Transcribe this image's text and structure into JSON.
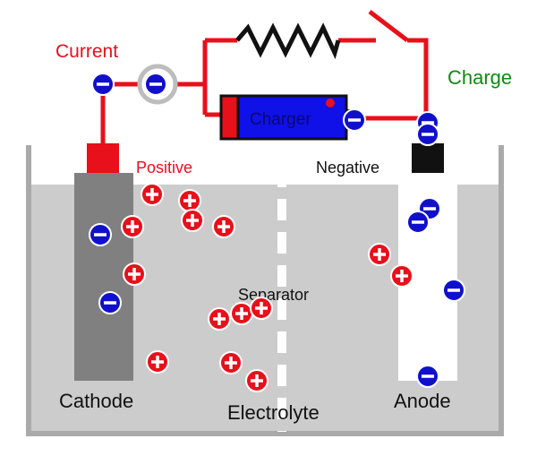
{
  "labels": {
    "current": "Current",
    "charge": "Charge",
    "positive": "Positive",
    "negative": "Negative",
    "charger": "Charger",
    "separator": "Separator",
    "cathode": "Cathode",
    "anode": "Anode",
    "electrolyte": "Electrolyte"
  },
  "colors": {
    "wire": "#e8101a",
    "label_red": "#e8101a",
    "label_green": "#108a10",
    "electrolyte": "#cccccc",
    "container": "#aaaaaa",
    "cathode": "#808080",
    "anode": "#ffffff",
    "terminal_pos": "#e8101a",
    "terminal_neg": "#111111",
    "charger_body": "#1010e8",
    "electron": "#1010cc",
    "ion": "#e8101a",
    "resistor": "#111111"
  },
  "icons": {
    "electron": "electron-minus-icon",
    "ion": "lithium-ion-plus-icon",
    "resistor": "resistor-icon",
    "switch": "switch-icon",
    "meter": "ammeter-icon"
  }
}
